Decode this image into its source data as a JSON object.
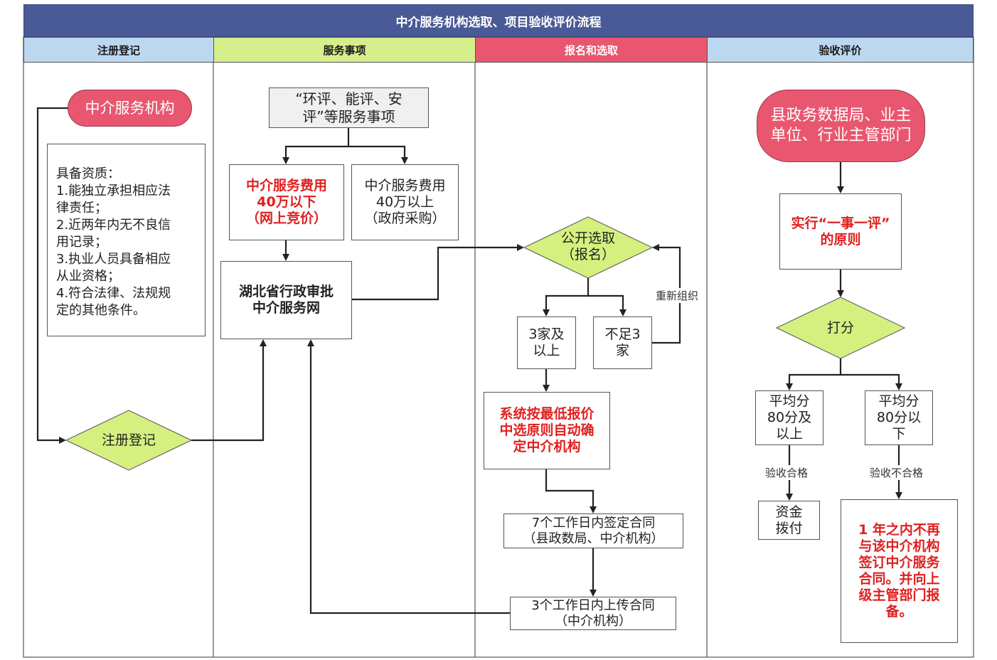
{
  "title": "中介服务机构选取、项目验收评价流程",
  "lanes": [
    {
      "label": "注册登记",
      "color": "#bcd8f0"
    },
    {
      "label": "服务事项",
      "color": "#d6ee8c"
    },
    {
      "label": "报名和选取",
      "color": "#e8576f"
    },
    {
      "label": "验收评价",
      "color": "#bcd8f0"
    }
  ],
  "nodes": {
    "agency": "中介服务机构",
    "qualifications": "具备资质：\n1.能独立承担相应法\n律责任；\n2.近两年内无不良信\n用记录；\n3.执业人员具备相应\n从业资格；\n4.符合法律、法规规\n定的其他条件。",
    "register": "注册登记",
    "services": "“环评、能评、安\n评”等服务事项",
    "fee_low": "中介服务费用\n40万以下\n（网上竞价）",
    "fee_high": "中介服务费用\n40万以上\n（政府采购）",
    "platform": "湖北省行政审批\n中介服务网",
    "open_select": "公开选取\n（报名）",
    "three_plus": "3家及\n以上",
    "under_three": "不足3\n家",
    "auto_select": "系统按最低报价\n中选原则自动确\n定中介机构",
    "sign_contract": "7个工作日内签定合同\n（县政数局、中介机构）",
    "upload_contract": "3个工作日内上传合同\n（中介机构）",
    "authorities": "县政务数据局、业主\n单位、行业主管部门",
    "principle": "实行“一事一评”\n的原则",
    "score": "打分",
    "avg_high": "平均分\n80分及\n以上",
    "avg_low": "平均分\n80分以\n下",
    "pay": "资金\n拨付",
    "penalty": "1 年之内不再\n与该中介机构\n签订中介服务\n合同。并向上\n级主管部门报\n备。"
  },
  "edge_labels": {
    "reorganize": "重新组织",
    "pass": "验收合格",
    "fail": "验收不合格"
  },
  "colors": {
    "title_bar": "#4a5a96",
    "highlight_red": "#e02020",
    "pill": "#e8576f",
    "diamond": "#d6f080"
  }
}
